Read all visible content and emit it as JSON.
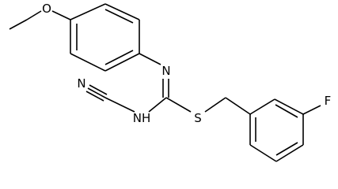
{
  "atoms": {
    "oxygen": "O",
    "imine_nitrogen": "N",
    "nitrile_nitrogen": "N",
    "amine_nitrogen": "NH",
    "sulfur": "S",
    "fluorine": "F"
  }
}
